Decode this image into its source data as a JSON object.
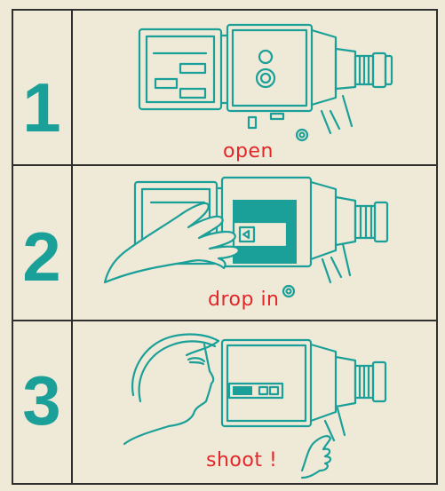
{
  "steps": [
    {
      "number": "1",
      "caption": "open"
    },
    {
      "number": "2",
      "caption": "drop in"
    },
    {
      "number": "3",
      "caption": "shoot !"
    }
  ],
  "colors": {
    "ink": "#1aa098",
    "caption": "#e32728",
    "paper": "#efe9d8",
    "rule": "#2f2f2f"
  }
}
